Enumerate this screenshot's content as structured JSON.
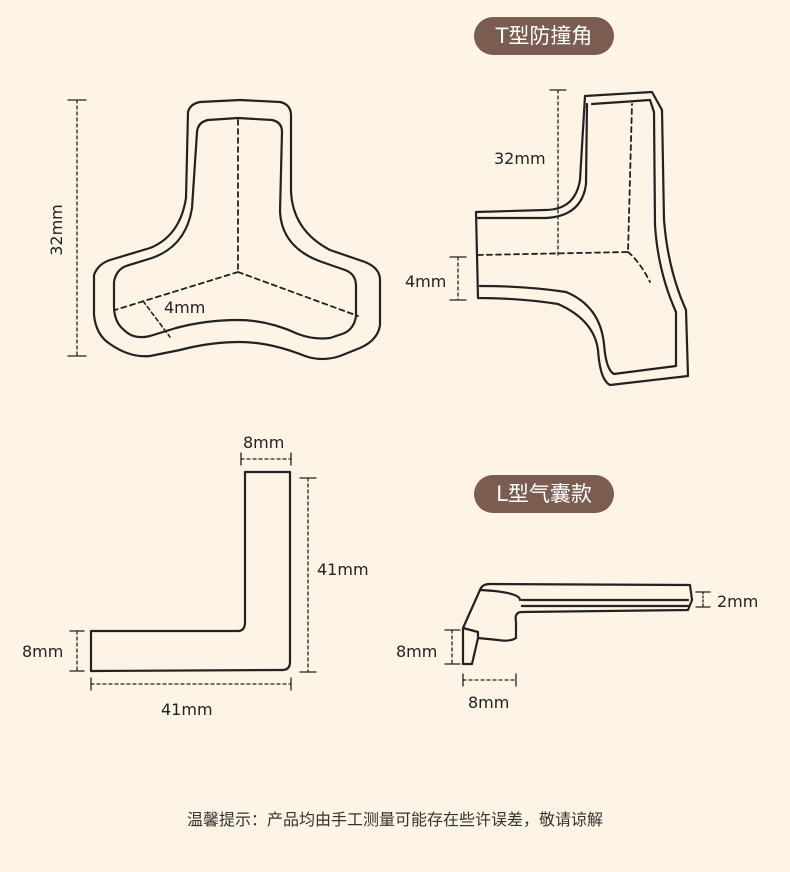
{
  "labels": {
    "t_type": "T型防撞角",
    "l_type": "L型气囊款"
  },
  "dimensions": {
    "tri_height": "32mm",
    "tri_thickness": "4mm",
    "t_height": "32mm",
    "t_thickness": "4mm",
    "l_top_width": "8mm",
    "l_height": "41mm",
    "l_left_width": "8mm",
    "l_bottom_width": "41mm",
    "airbag_side": "8mm",
    "airbag_bottom": "8mm",
    "airbag_thickness": "2mm"
  },
  "footer": {
    "note": "温馨提示：产品均由手工测量可能存在些许误差，敬请谅解"
  }
}
